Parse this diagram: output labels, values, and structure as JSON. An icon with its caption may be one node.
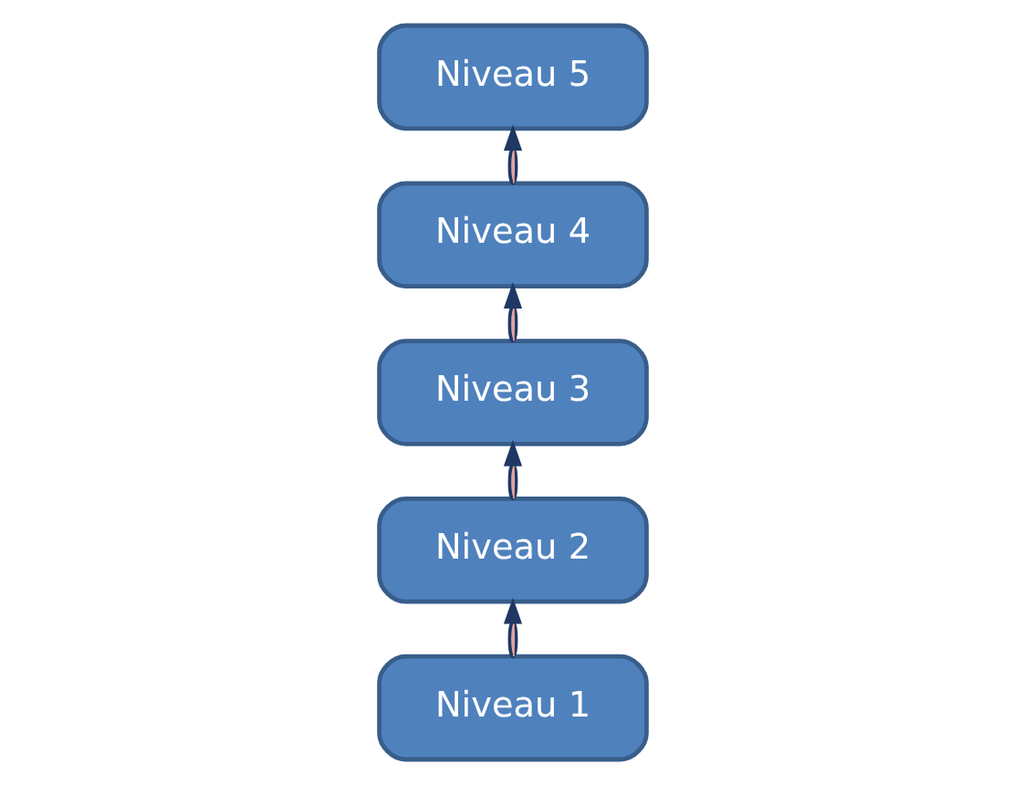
{
  "diagram": {
    "nodes": [
      {
        "text": [
          "Niveau 1"
        ]
      },
      {
        "text": [
          "Niveau 2"
        ]
      },
      {
        "text": [
          "Niveau 3"
        ]
      },
      {
        "text": [
          "Niveau 4"
        ]
      },
      {
        "text": [
          "Niveau 5"
        ]
      }
    ],
    "edges": [
      {
        "from": 0,
        "to": 1,
        "arrow": "to"
      },
      {
        "from": 1,
        "to": 2,
        "arrow": "to"
      },
      {
        "from": 2,
        "to": 3,
        "arrow": "to"
      },
      {
        "from": 3,
        "to": 4,
        "arrow": "to"
      }
    ]
  }
}
